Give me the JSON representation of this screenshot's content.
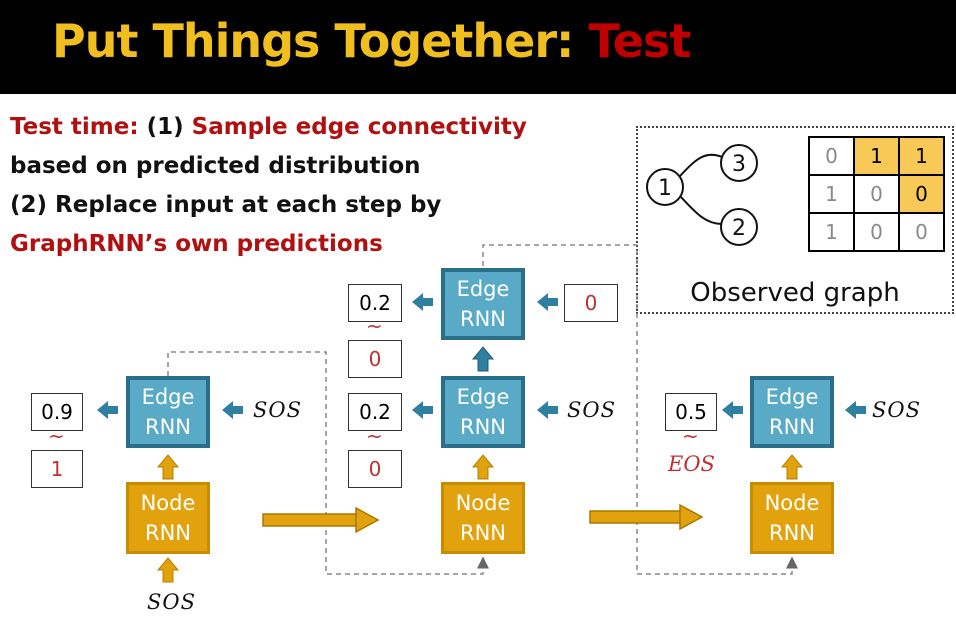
{
  "title": {
    "main": "Put Things Together: ",
    "highlight": "Test"
  },
  "description": {
    "line1_label": "Test time:",
    "line1_step": " (1) ",
    "line1_red": "Sample edge connectivity",
    "line2": "based on predicted distribution",
    "line3": "(2) Replace input at each step by",
    "line4_red": "GraphRNN’s own predictions"
  },
  "observed_graph": {
    "label": "Observed graph",
    "nodes": [
      "1",
      "2",
      "3"
    ],
    "matrix": [
      [
        "0",
        "1",
        "1"
      ],
      [
        "1",
        "0",
        "0"
      ],
      [
        "1",
        "0",
        "0"
      ]
    ]
  },
  "diagram": {
    "edge_rnn_line1": "Edge",
    "edge_rnn_line2": "RNN",
    "node_rnn_line1": "Node",
    "node_rnn_line2": "RNN",
    "sos": "SOS",
    "eos": "EOS",
    "tilde": "~",
    "step1": {
      "prob": "0.9",
      "sample": "1"
    },
    "step2": {
      "prob_a": "0.2",
      "sample_a": "0",
      "prob_b": "0.2",
      "sample_b": "0",
      "input_top": "0"
    },
    "step3": {
      "prob": "0.5"
    }
  },
  "colors": {
    "title_yellow": "#f0be1e",
    "title_red": "#c00000",
    "edge_rnn": "#58aac7",
    "node_rnn": "#e2a20d",
    "highlight": "#f8c957"
  }
}
